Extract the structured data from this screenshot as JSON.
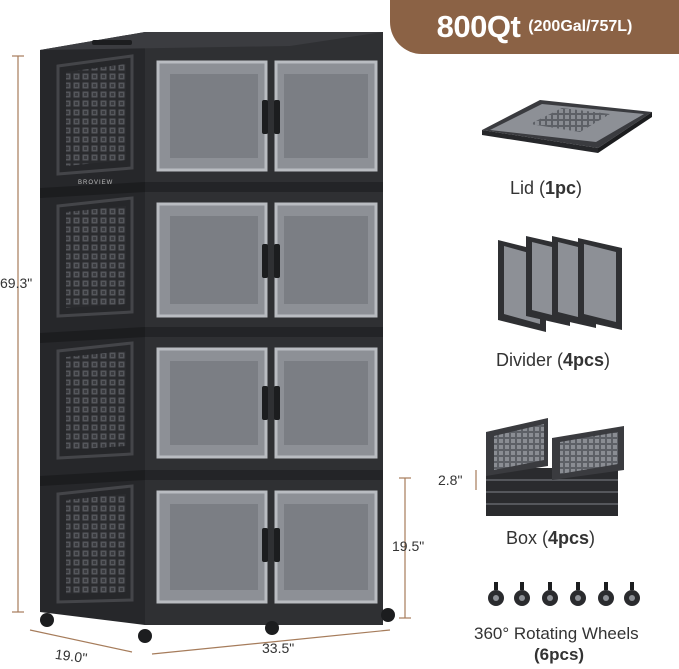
{
  "banner": {
    "capacity": "800Qt",
    "volume": "(200Gal/757L)"
  },
  "dimensions": {
    "height": "69.3\"",
    "depth": "19.0\"",
    "width": "33.5\"",
    "box_height": "19.5\"",
    "layer_height": "2.8\""
  },
  "brand": "BROVIEW",
  "components": {
    "lid": {
      "name": "Lid (",
      "count": "1pc",
      "close": ")"
    },
    "divider": {
      "name": "Divider (",
      "count": "4pcs",
      "close": ")"
    },
    "box": {
      "name": "Box (",
      "count": "4pcs",
      "close": ")"
    },
    "wheels": {
      "name": "360° Rotating Wheels",
      "count": "(6pcs)"
    }
  },
  "colors": {
    "banner": "#8b6245",
    "cabinet": "#2f3033",
    "door": "#8d9096",
    "door_frame": "#b9bcc1"
  }
}
